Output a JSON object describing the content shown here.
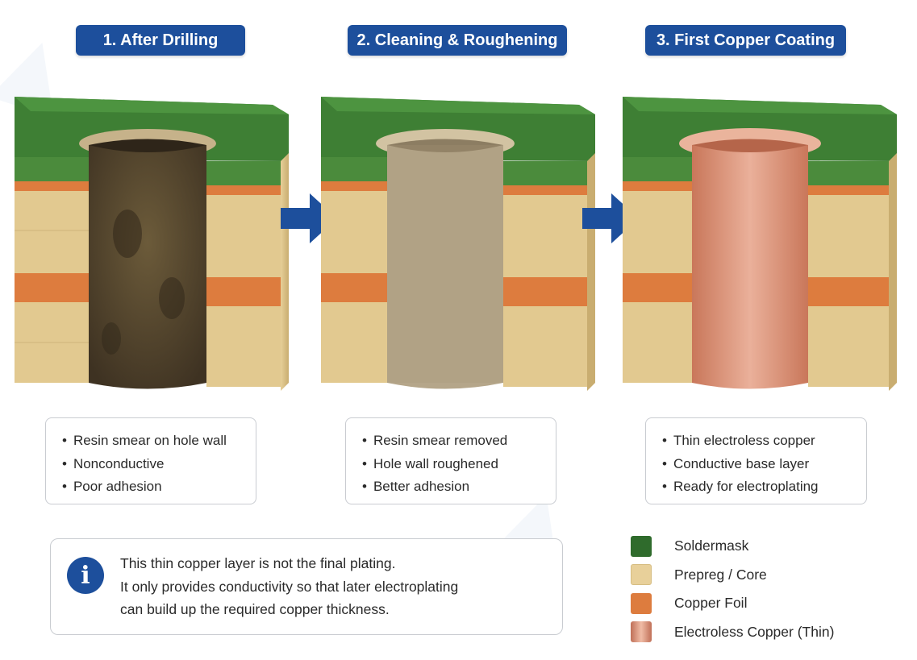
{
  "stages": [
    {
      "title": "1. After Drilling",
      "bullets": [
        "Resin smear on hole wall",
        "Nonconductive",
        "Poor adhesion"
      ]
    },
    {
      "title": "2. Cleaning & Roughening",
      "bullets": [
        "Resin smear removed",
        "Hole wall roughened",
        "Better adhesion"
      ]
    },
    {
      "title": "3. First Copper Coating",
      "bullets": [
        "Thin electroless copper",
        "Conductive base layer",
        "Ready for electroplating"
      ]
    }
  ],
  "note": {
    "icon": "info-icon",
    "lines": [
      "This thin copper layer is not the final plating.",
      "It only provides conductivity so that later electroplating",
      "can build up the required copper thickness."
    ]
  },
  "legend": [
    {
      "label": "Soldermask",
      "color": "#2f6b2c"
    },
    {
      "label": "Prepreg / Core",
      "color": "#e8d09a"
    },
    {
      "label": "Copper Foil",
      "color": "#dd7c3e"
    },
    {
      "label": "Electroless Copper (Thin)",
      "color": "#d89478"
    }
  ],
  "colors": {
    "title_bg": "#1d4f9c",
    "arrow": "#1d4f9c",
    "soldermask": "#3e7f34",
    "prepreg": "#e2c990",
    "copper_foil": "#dd7c3e",
    "electroless_copper": "#d98e72",
    "resin_smear": "#5a4a30",
    "roughened_wall": "#b5a68a"
  }
}
